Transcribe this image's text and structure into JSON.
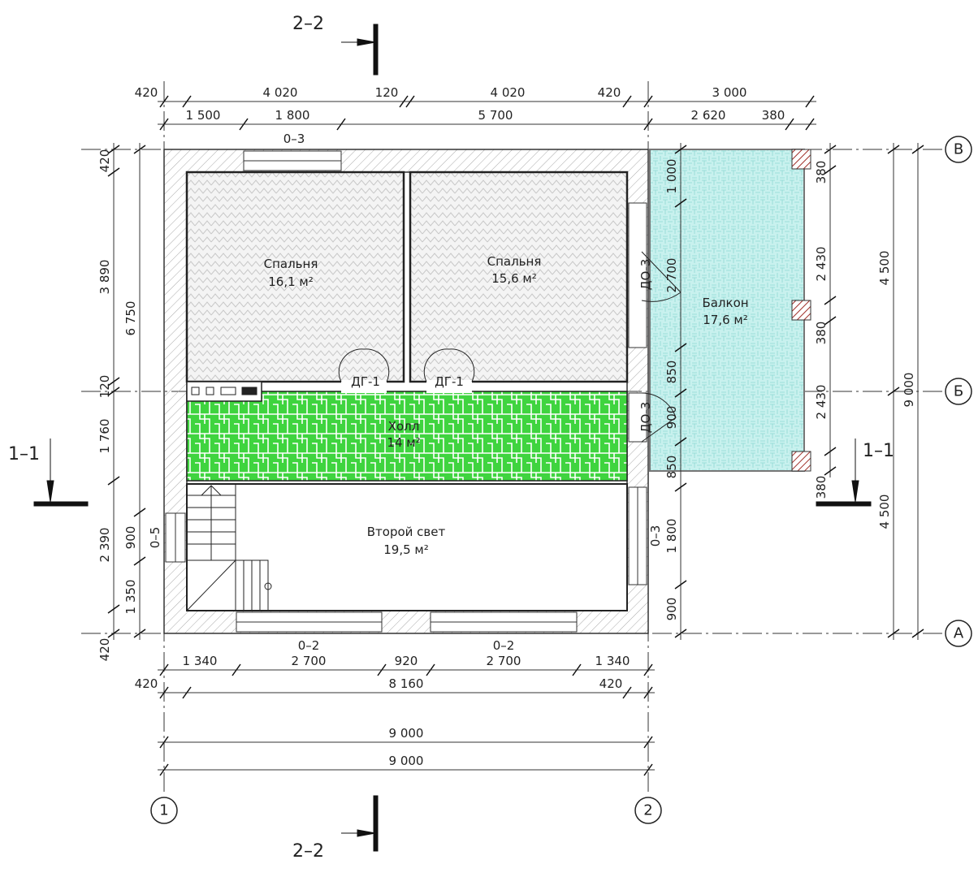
{
  "sections": {
    "top_label": "2–2",
    "bottom_label": "2–2",
    "left_label": "1–1",
    "right_label": "1–1"
  },
  "axes": {
    "v1": "1",
    "v2": "2",
    "hV": "В",
    "hB": "Б",
    "hA": "А"
  },
  "rooms": {
    "bedroom1": {
      "name": "Спальня",
      "area": "16,1 м²"
    },
    "bedroom2": {
      "name": "Спальня",
      "area": "15,6 м²"
    },
    "hall": {
      "name": "Холл",
      "area": "14 м²"
    },
    "second_light": {
      "name": "Второй свет",
      "area": "19,5 м²"
    },
    "balcony": {
      "name": "Балкон",
      "area": "17,6 м²"
    }
  },
  "marks": {
    "window_top": "0–3",
    "window_bottom_left": "0–2",
    "window_bottom_right": "0–2",
    "window_right": "0–3",
    "window_left": "0–5",
    "door_dg1_left": "ДГ-1",
    "door_dg1_right": "ДГ-1",
    "door_do3_top": "ДО-3",
    "door_do3_bottom": "ДО-3"
  },
  "dims": {
    "top_row1": [
      "420",
      "4 020",
      "120",
      "4 020",
      "420",
      "3 000"
    ],
    "top_row2": [
      "1 500",
      "1 800",
      "5 700",
      "2 620",
      "380"
    ],
    "bottom_row1": [
      "1 340",
      "2 700",
      "920",
      "2 700",
      "1 340"
    ],
    "bottom_row2": [
      "420",
      "8 160",
      "420"
    ],
    "bottom_row3": [
      "9 000"
    ],
    "bottom_row4": [
      "9 000"
    ],
    "left_col1": [
      "420",
      "3 890",
      "120",
      "1 760",
      "2 390",
      "420"
    ],
    "left_col2": [
      "6 750",
      "900",
      "1 350"
    ],
    "right_col1": [
      "1 000",
      "2 700",
      "850",
      "900",
      "850",
      "1 800",
      "900"
    ],
    "right_col2": [
      "380",
      "2 430",
      "380",
      "2 430",
      "380"
    ],
    "right_col3": [
      "4 500",
      "4 500"
    ],
    "right_col4": [
      "9 000"
    ]
  },
  "colors": {
    "hall": "#3fd43f",
    "balcony": "#c8f1ee",
    "pillar": "#a0302a",
    "wall_hatch": "#999999"
  }
}
